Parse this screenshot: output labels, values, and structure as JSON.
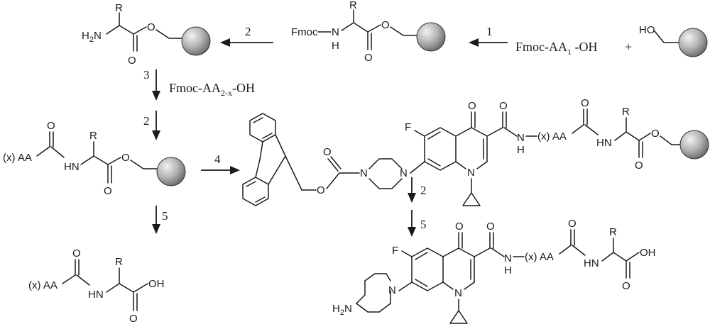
{
  "atoms": {
    "R": "R",
    "H2N": "H",
    "H2N_sub": "2",
    "H2N_N": "N",
    "O": "O",
    "HO": "HO",
    "H": "H",
    "F": "F",
    "N": "N",
    "NH": "NH",
    "HN": "HN",
    "OH": "OH",
    "Fmoc": "Fmoc",
    "x_AA": "(x) AA",
    "plus": "+"
  },
  "reagents": {
    "fmoc_aa1_main": "Fmoc-AA",
    "fmoc_aa1_sub": "1",
    "fmoc_aa1_tail": " -OH",
    "fmoc_aa2x_main": "Fmoc-AA",
    "fmoc_aa2x_sub": "2-x",
    "fmoc_aa2x_tail": "-OH"
  },
  "steps": {
    "s1": "1",
    "s2a": "2",
    "s3": "3",
    "s2b": "2",
    "s4": "4",
    "s5a": "5",
    "s2c": "2",
    "s5b": "5"
  },
  "colors": {
    "bead_light": "#f2f2f2",
    "bead_dark": "#6e6e6e",
    "ink": "#1a1a1a"
  }
}
